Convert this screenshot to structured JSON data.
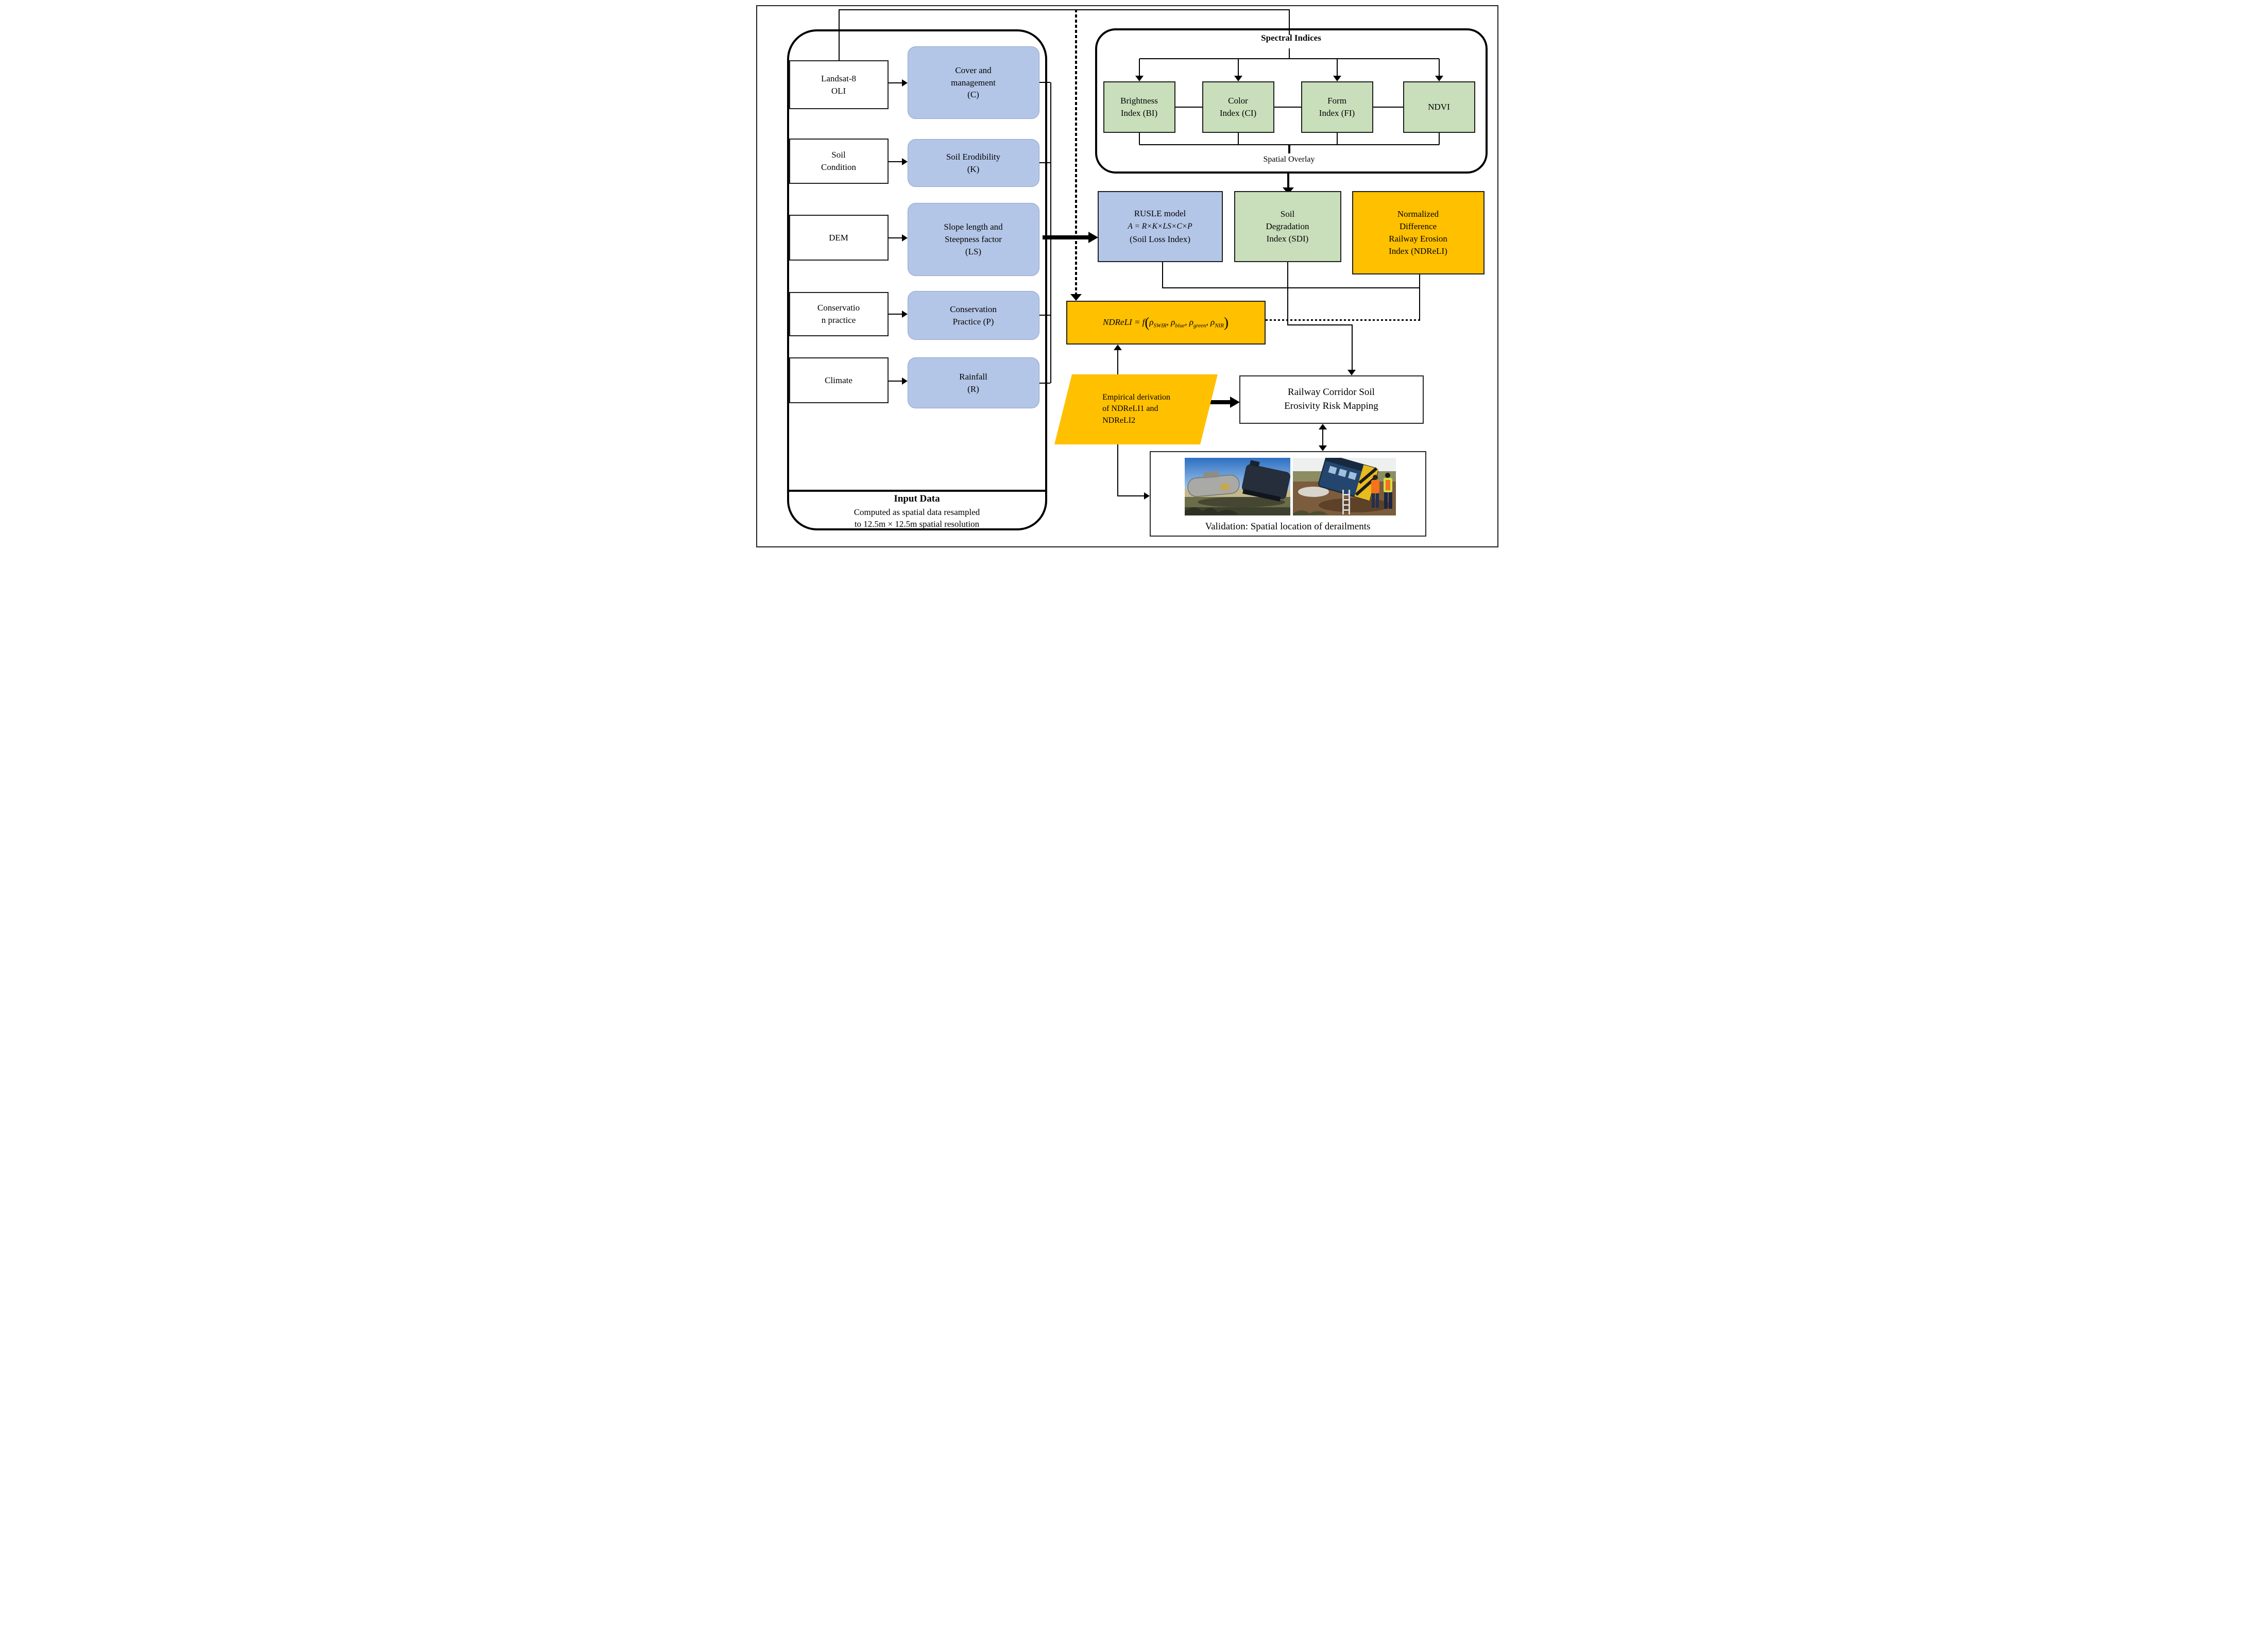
{
  "figure": {
    "type": "methodology-flowchart"
  },
  "colors": {
    "factor_blue": "#b4c6e7",
    "index_green": "#c9deba",
    "highlight_orange": "#ffc000",
    "line_black": "#000000"
  },
  "input_panel": {
    "sources": [
      {
        "label": "Landsat-8\nOLI"
      },
      {
        "label": "Soil\nCondition"
      },
      {
        "label": "DEM"
      },
      {
        "label": "Conservatio\nn practice"
      },
      {
        "label": "Climate"
      }
    ],
    "factors": [
      {
        "label": "Cover and\nmanagement\n(C)"
      },
      {
        "label": "Soil Erodibility\n(K)"
      },
      {
        "label": "Slope length and\nSteepness factor\n(LS)"
      },
      {
        "label": "Conservation\nPractice (P)"
      },
      {
        "label": "Rainfall\n(R)"
      }
    ],
    "footer_title": "Input Data",
    "footer_body": "Computed as spatial data resampled\nto 12.5m × 12.5m spatial resolution"
  },
  "spectral_panel": {
    "title": "Spectral Indices",
    "indices": [
      {
        "label": "Brightness\nIndex (BI)"
      },
      {
        "label": "Color\nIndex (CI)"
      },
      {
        "label": "Form\nIndex (FI)"
      },
      {
        "label": "NDVI"
      }
    ],
    "overlay_label": "Spatial Overlay"
  },
  "models": {
    "rusle": {
      "title": "RUSLE model",
      "formula": "A = R×K×LS×C×P",
      "subtitle": "(Soil Loss Index)"
    },
    "sdi": {
      "label": "Soil\nDegradation\nIndex (SDI)"
    },
    "ndreli": {
      "label": "Normalized\nDifference\nRailway Erosion\nIndex (NDReLI)"
    }
  },
  "ndreli_formula": {
    "lhs": "NDReLI = f",
    "open": "(",
    "close": ")",
    "terms": [
      {
        "base": "ρ",
        "sub": "SWIR",
        "sep": ", "
      },
      {
        "base": "ρ",
        "sub": "blue",
        "sep": ", "
      },
      {
        "base": "ρ",
        "sub": "green",
        "sep": ", "
      },
      {
        "base": "ρ",
        "sub": "NIR",
        "sep": ""
      }
    ]
  },
  "derivation": {
    "label": "Empirical derivation\nof NDReLI1 and\nNDReLI2"
  },
  "mapping": {
    "label": "Railway Corridor Soil\nErosivity Risk Mapping"
  },
  "validation": {
    "caption": "Validation: Spatial location of derailments"
  }
}
